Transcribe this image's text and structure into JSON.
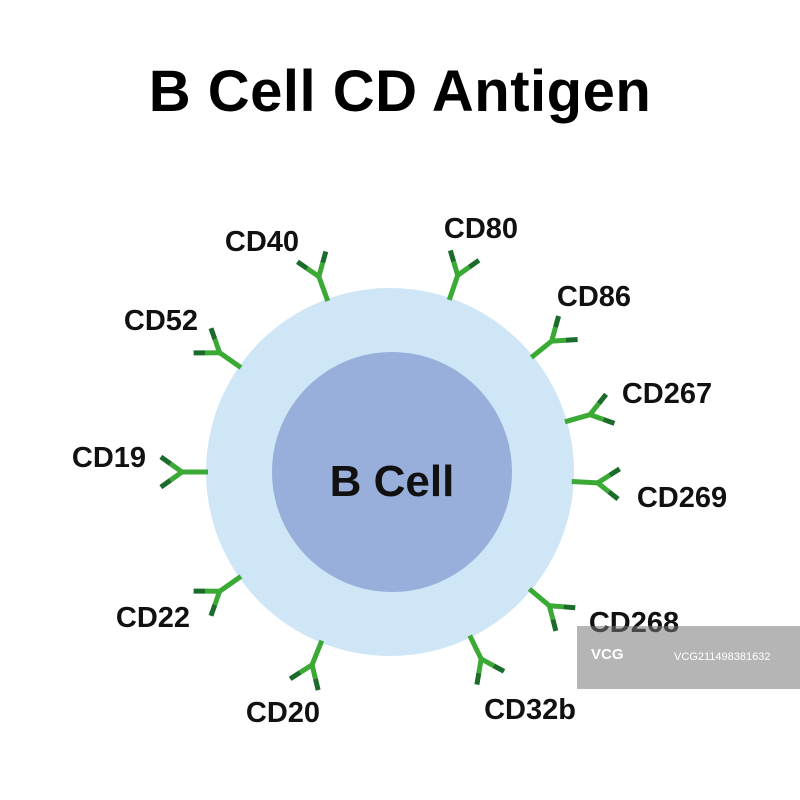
{
  "title": "B Cell CD Antigen",
  "cell_label": "B Cell",
  "colors": {
    "outer_cell": "#cfe6f7",
    "nucleus": "#98afdc",
    "antibody_light": "#3aaa35",
    "antibody_dark": "#1b6b2a"
  },
  "antigens": [
    {
      "label": "CD40",
      "angle": -110
    },
    {
      "label": "CD80",
      "angle": -71
    },
    {
      "label": "CD86",
      "angle": -39
    },
    {
      "label": "CD267",
      "angle": -16
    },
    {
      "label": "CD269",
      "angle": 3
    },
    {
      "label": "CD268",
      "angle": 40
    },
    {
      "label": "CD32b",
      "angle": 64
    },
    {
      "label": "CD20",
      "angle": 112
    },
    {
      "label": "CD22",
      "angle": 145
    },
    {
      "label": "CD19",
      "angle": 180
    },
    {
      "label": "CD52",
      "angle": -145
    }
  ],
  "watermark": {
    "logo": "VCG",
    "text": "VCG211498381632"
  }
}
